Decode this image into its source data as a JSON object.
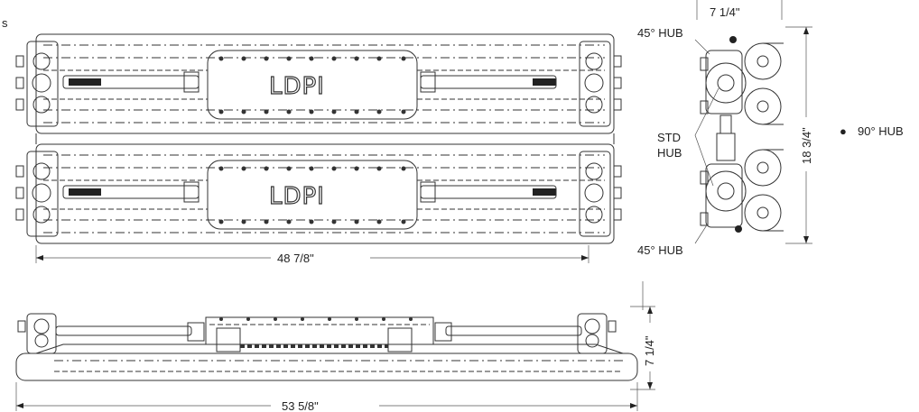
{
  "title_fragment": "s",
  "top_view": {
    "logo_text": "LDPI",
    "length_dimension": "48 7/8\""
  },
  "side_view": {
    "length_dimension": "53 5/8\"",
    "height_dimension": "7 1/4\""
  },
  "end_view": {
    "width_dimension": "7 1/4\"",
    "height_dimension": "18 3/4\"",
    "label_45_top": "45° HUB",
    "label_std_line1": "STD",
    "label_std_line2": "HUB",
    "label_45_bottom": "45° HUB"
  },
  "legend": {
    "symbol": "●",
    "label": "90° HUB"
  }
}
